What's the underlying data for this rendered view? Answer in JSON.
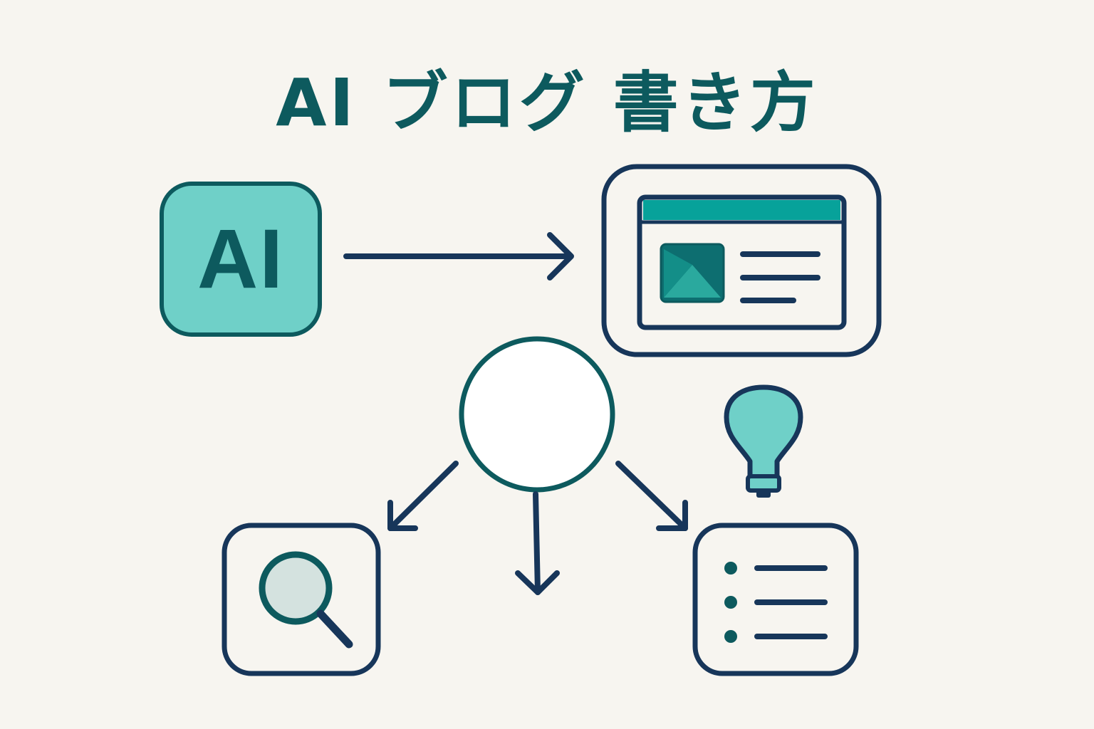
{
  "title": "AI ブログ 書き方",
  "ai_box": {
    "label": "AI"
  },
  "colors": {
    "navy": "#17365a",
    "teal_dark": "#0d5a5e",
    "teal": "#6fd0c8",
    "teal_header": "#07a29a",
    "background": "#f7f5f0",
    "search_lens": "#d4e2df"
  },
  "icons": [
    "ai-icon",
    "right-arrow-icon",
    "webpage-icon",
    "hub-circle",
    "down-left-arrow-icon",
    "down-arrow-icon",
    "down-right-arrow-icon",
    "lightbulb-icon",
    "search-icon",
    "list-icon"
  ]
}
